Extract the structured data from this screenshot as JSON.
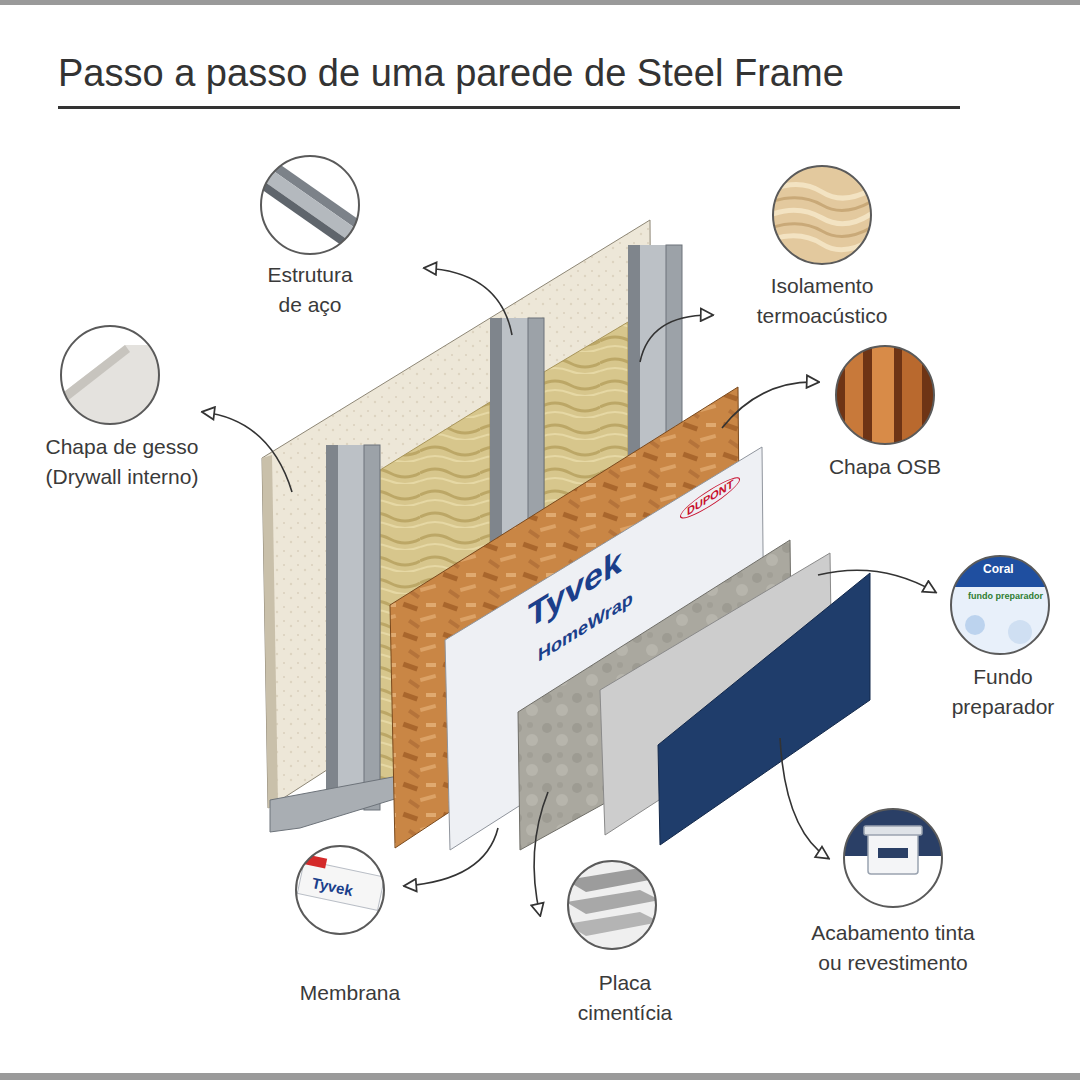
{
  "diagram": {
    "title": "Passo a passo de uma parede de Steel Frame",
    "nodes": [
      {
        "text": [
          "Estrutura de aço"
        ]
      },
      {
        "text": [
          "Isolamento termoacústico"
        ]
      },
      {
        "text": [
          "Chapa de gesso (Drywall interno)"
        ]
      },
      {
        "text": [
          "Chapa OSB"
        ]
      },
      {
        "text": [
          "Fundo preparador"
        ]
      },
      {
        "text": [
          "Acabamento tinta ou revestimento"
        ]
      },
      {
        "text": [
          "Membrana"
        ]
      },
      {
        "text": [
          "Placa cimentícia"
        ]
      }
    ],
    "labels": [
      "DUPONT",
      "Tyvek",
      "HomeWrap",
      "Tyvek",
      "Coral",
      "fundo preparador"
    ]
  }
}
